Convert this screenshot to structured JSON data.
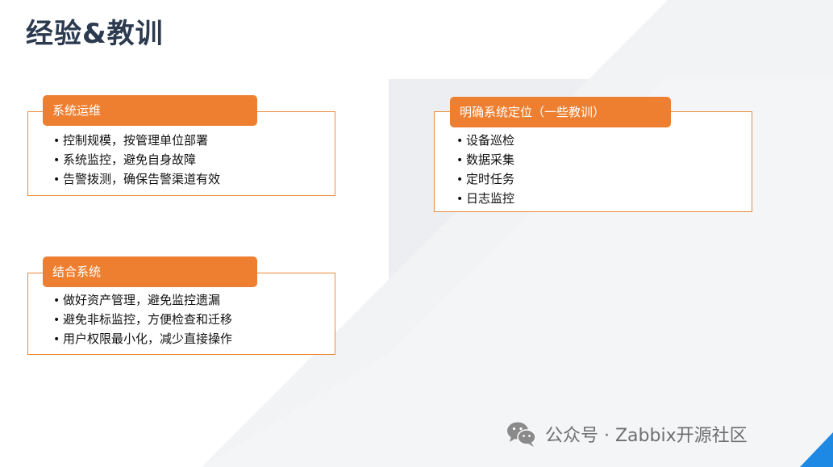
{
  "slide": {
    "title": "经验&教训"
  },
  "cards": [
    {
      "header": "系统运维",
      "items": [
        "控制规模，按管理单位部署",
        "系统监控，避免自身故障",
        "告警拨测，确保告警渠道有效"
      ]
    },
    {
      "header": "结合系统",
      "items": [
        "做好资产管理，避免监控遗漏",
        "避免非标监控，方便检查和迁移",
        "用户权限最小化，减少直接操作"
      ]
    },
    {
      "header": "明确系统定位（一些教训）",
      "items": [
        "设备巡检",
        "数据采集",
        "定时任务",
        "日志监控"
      ]
    }
  ],
  "bullet": "•",
  "watermark": {
    "text": "公众号 · Zabbix开源社区",
    "icon": "wechat-icon"
  },
  "colors": {
    "accent": "#EE7F30",
    "title": "#2B3A4F",
    "corner": "#1E88E5"
  }
}
